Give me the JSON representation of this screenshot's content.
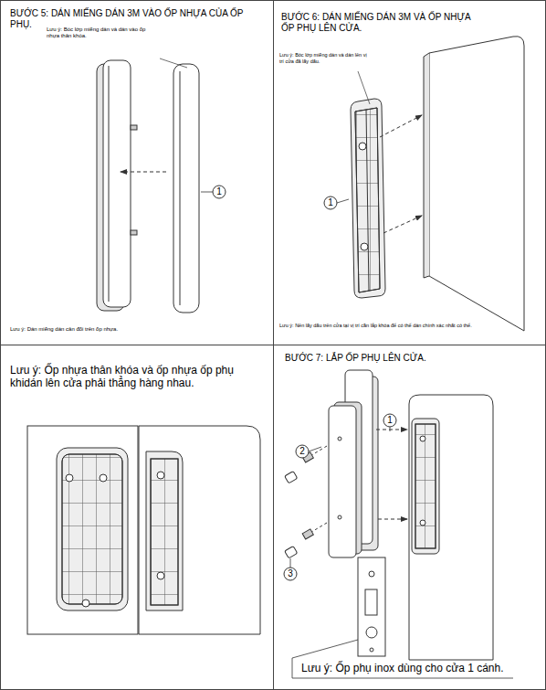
{
  "diagram": {
    "nodes": [
      {
        "text": [
          "BƯỚC 5: DÁN MIẾNG DÁN 3M VÀO ỐP NHỰA CỦA ỐP PHỤ.",
          "Lưu ý: Bóc lớp miếng dán và dán vào ốp nhựa thân khóa.",
          "Lưu ý: Dán miếng dán cân đối trên ốp nhựa."
        ]
      },
      {
        "text": [
          "BƯỚC 6: DÁN MIẾNG DÁN 3M VÀ ỐP NHỰA ỐP PHỤ LÊN CỬA.",
          "Lưu ý: Bóc lớp miếng dán và dán lên vị trí cửa đã lấy dấu.",
          "Lưu ý: Nên lấy dấu trên cửa tại vị trí cần lắp khóa để có thể dán chính xác nhất có thể."
        ]
      },
      {
        "text": [
          "Lưu ý: Ốp nhựa thân khóa và ốp nhựa ốp phụ khidán lên cửa phải thẳng hàng nhau."
        ]
      },
      {
        "text": [
          "BƯỚC 7: LẮP ỐP PHỤ LÊN CỬA.",
          "Lưu ý: Ốp phụ inox dùng cho cửa 1 cánh."
        ]
      }
    ],
    "labels": [
      "1",
      "1",
      "1",
      "2",
      "3"
    ]
  }
}
